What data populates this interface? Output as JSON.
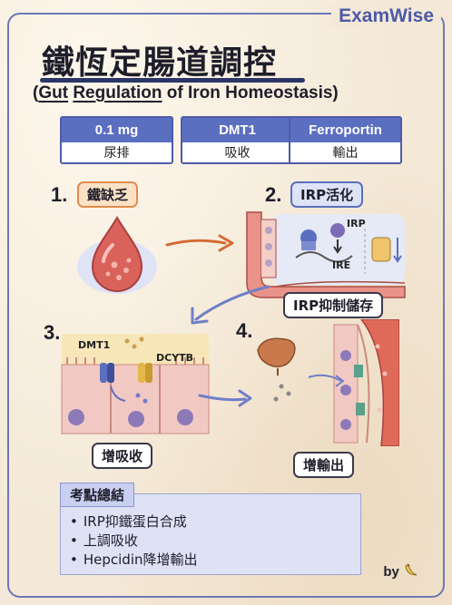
{
  "brand": "ExamWise",
  "title": "鐵恆定腸道調控",
  "subtitle": {
    "open": "(",
    "w1": "Gut",
    "w2": "Regulation",
    "rest": "of Iron Homeostasis)"
  },
  "key_facts": [
    {
      "top": "0.1 mg",
      "bottom": "尿排"
    },
    {
      "top": "DMT1",
      "bottom": "吸收"
    },
    {
      "top": "Ferroportin",
      "bottom": "輸出"
    }
  ],
  "steps": [
    {
      "num": "1.",
      "label": "鐵缺乏"
    },
    {
      "num": "2.",
      "label": "IRP活化",
      "caption": "IRP抑制儲存",
      "art_labels": {
        "irp": "IRP",
        "ire": "IRE"
      }
    },
    {
      "num": "3.",
      "caption": "增吸收",
      "art_labels": {
        "dmt1": "DMT1",
        "dcytb": "DCYTB"
      }
    },
    {
      "num": "4.",
      "caption": "增輸出"
    }
  ],
  "key_points": {
    "heading": "考點總結",
    "items": [
      "IRP抑鐵蛋白合成",
      "上調吸收",
      "Hepcidin降增輸出"
    ]
  },
  "byline": "by",
  "colors": {
    "frame": "#6b78b8",
    "accent_blue": "#5b6fc0",
    "accent_orange": "#e08c4a",
    "blood_red": "#d9625b",
    "cell_pink": "#f2c9c2"
  },
  "icons": [
    "blood-drop-icon",
    "banana-icon",
    "arrow-icon"
  ]
}
